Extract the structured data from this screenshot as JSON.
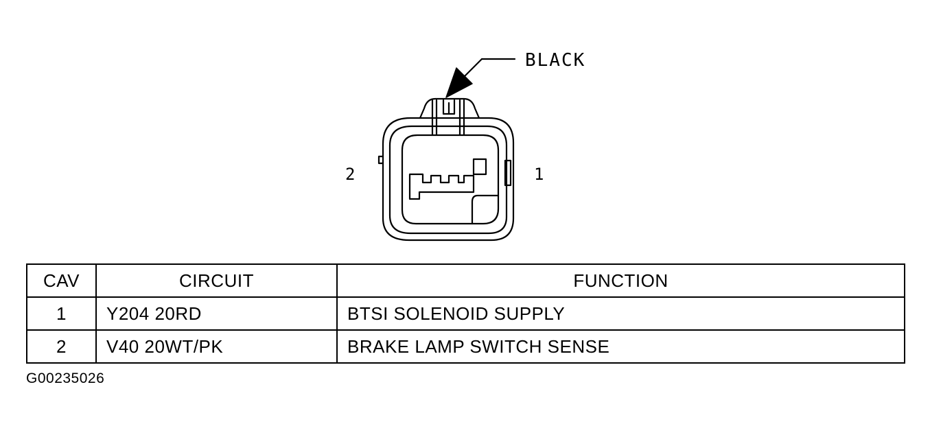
{
  "connector": {
    "color_label": "BLACK",
    "pin_left_label": "2",
    "pin_right_label": "1"
  },
  "table": {
    "headers": [
      "CAV",
      "CIRCUIT",
      "FUNCTION"
    ],
    "rows": [
      {
        "cav": "1",
        "circuit": "Y204 20RD",
        "function": "BTSI SOLENOID SUPPLY"
      },
      {
        "cav": "2",
        "circuit": "V40 20WT/PK",
        "function": "BRAKE LAMP SWITCH SENSE"
      }
    ]
  },
  "figure_id": "G00235026"
}
